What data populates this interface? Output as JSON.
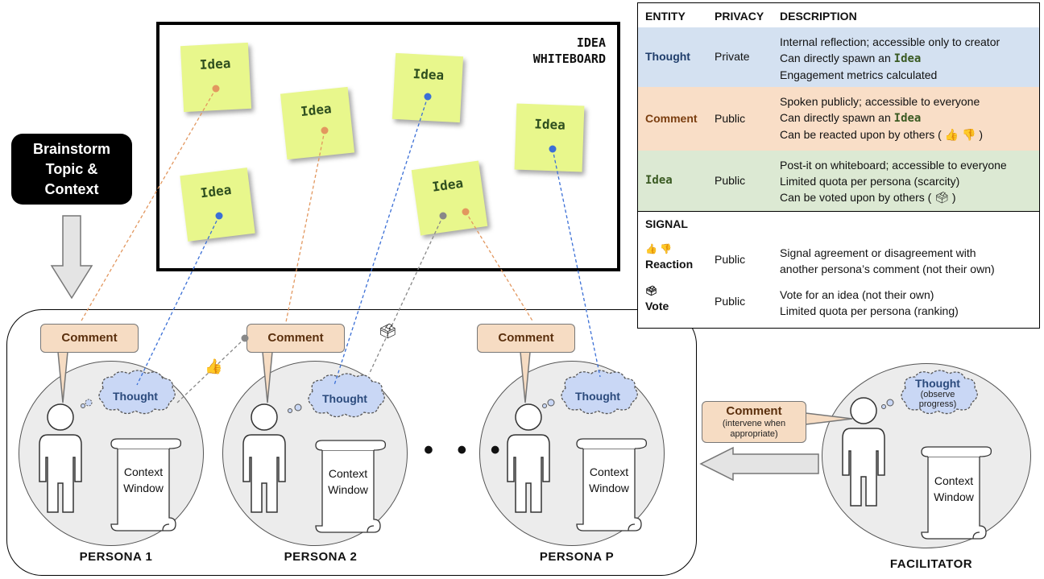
{
  "whiteboard": {
    "title_line1": "IDEA",
    "title_line2": "WHITEBOARD",
    "idea_label": "Idea"
  },
  "brainstorm": {
    "line1": "Brainstorm",
    "line2": "Topic &",
    "line3": "Context"
  },
  "personas": [
    {
      "label": "PERSONA 1",
      "comment": "Comment",
      "thought": "Thought",
      "context": [
        "Context",
        "Window"
      ]
    },
    {
      "label": "PERSONA 2",
      "comment": "Comment",
      "thought": "Thought",
      "context": [
        "Context",
        "Window"
      ]
    },
    {
      "label": "PERSONA P",
      "comment": "Comment",
      "thought": "Thought",
      "context": [
        "Context",
        "Window"
      ]
    }
  ],
  "ellipsis": "• • •",
  "facilitator": {
    "label": "FACILITATOR",
    "comment": "Comment",
    "comment_note": "(intervene when appropriate)",
    "thought": "Thought",
    "thought_note": "(observe progress)",
    "context": [
      "Context",
      "Window"
    ]
  },
  "emojis": {
    "thumbs_up": "👍",
    "thumbs_down": "👎",
    "ballot_box": "🗳"
  },
  "legend": {
    "headers": {
      "entity": "ENTITY",
      "privacy": "PRIVACY",
      "description": "DESCRIPTION"
    },
    "entities": [
      {
        "name": "Thought",
        "privacy": "Private",
        "color": "#d4e1f1",
        "name_color": "#1f3d6b",
        "lines": [
          "Internal reflection; accessible only to creator",
          "Can directly spawn an |Idea|",
          "Engagement metrics calculated"
        ]
      },
      {
        "name": "Comment",
        "privacy": "Public",
        "color": "#f9dec7",
        "name_color": "#7a3d0f",
        "lines": [
          "Spoken publicly; accessible to everyone",
          "Can directly spawn an |Idea|",
          "Can be reacted upon by others ( 👍 👎 )"
        ]
      },
      {
        "name": "Idea",
        "privacy": "Public",
        "color": "#dce9d3",
        "name_color": "#3a5a22",
        "lines": [
          "Post-it on whiteboard; accessible to everyone",
          "Limited quota per persona (scarcity)",
          "Can be voted upon by others ( 🗳 )"
        ]
      }
    ],
    "signal_header": "SIGNAL",
    "signals": [
      {
        "icon": "👍 👎",
        "name": "Reaction",
        "privacy": "Public",
        "lines": [
          "Signal agreement or disagreement with",
          "another persona’s comment (not their own)"
        ]
      },
      {
        "icon": "🗳",
        "name": "Vote",
        "privacy": "Public",
        "lines": [
          "Vote for an idea (not their own)",
          "Limited quota per persona (ranking)"
        ]
      }
    ]
  },
  "colors": {
    "blue_link": "#3b6fd6",
    "orange_link": "#e2975f",
    "gray_link": "#888888",
    "sticky": "#e8f78c",
    "comment_fill": "#f6dcc3",
    "thought_fill": "#c9d7f5"
  }
}
